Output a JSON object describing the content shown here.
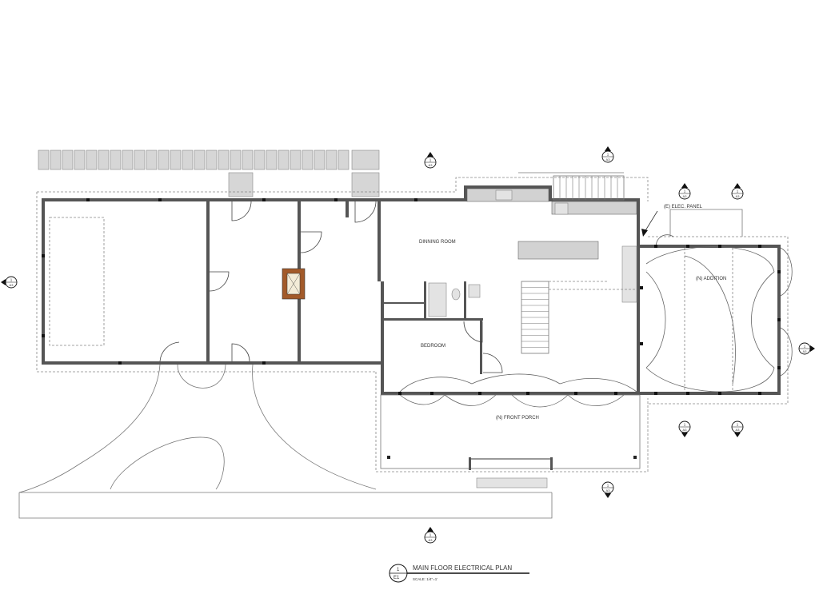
{
  "plan": {
    "rooms": {
      "dining_room": "DINNING ROOM",
      "bedroom": "BEDROOM",
      "front_porch": "(N) FRONT PORCH",
      "addition": "(N) ADDITION"
    },
    "panel_note": "(E) ELEC. PANEL",
    "title_block": {
      "number": "1",
      "sheet": "E1",
      "title": "MAIN FLOOR  ELECTRICAL PLAN",
      "scale": "SCALE: 1/4\"=1'"
    },
    "section_markers": [
      {
        "id": "m-top-left",
        "num": "1",
        "sheet": "A3"
      },
      {
        "id": "m-top-mid",
        "num": "1",
        "sheet": "A3"
      },
      {
        "id": "m-add-top-1",
        "num": "1",
        "sheet": "A3"
      },
      {
        "id": "m-add-top-2",
        "num": "1",
        "sheet": "A3"
      },
      {
        "id": "m-add-bot-1",
        "num": "1",
        "sheet": "A3"
      },
      {
        "id": "m-add-bot-2",
        "num": "1",
        "sheet": "A3"
      },
      {
        "id": "m-porch",
        "num": "1",
        "sheet": "A3"
      },
      {
        "id": "m-bottom",
        "num": "1",
        "sheet": "A3"
      },
      {
        "id": "m-left",
        "num": "1",
        "sheet": "A3"
      },
      {
        "id": "m-right",
        "num": "1",
        "sheet": "A3"
      }
    ]
  }
}
